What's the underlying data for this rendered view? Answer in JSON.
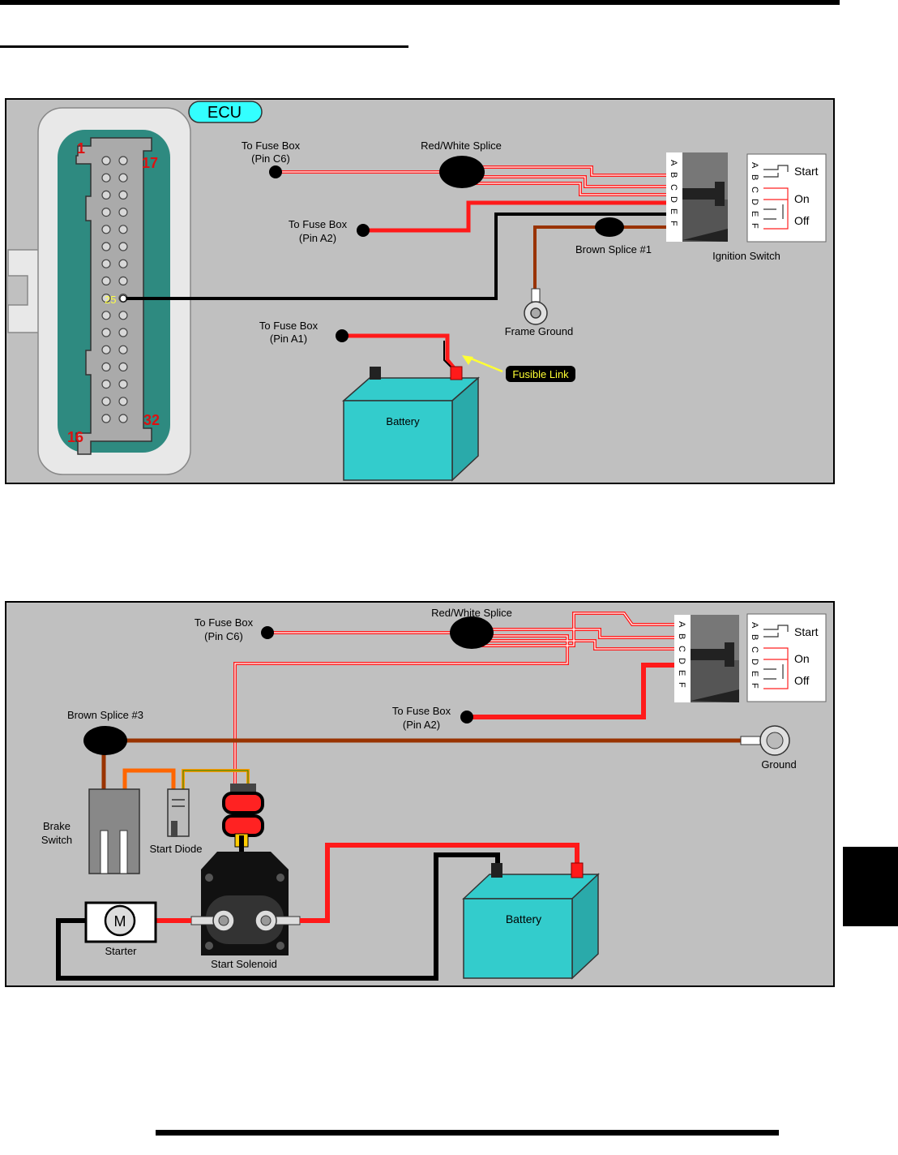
{
  "diagram1": {
    "ecu_label": "ECU",
    "pin_1": "1",
    "pin_17": "17",
    "pin_16": "16",
    "pin_32": "32",
    "pin_25": "25",
    "fuse_c6_l1": "To Fuse Box",
    "fuse_c6_l2": "(Pin C6)",
    "red_white_splice": "Red/White Splice",
    "fuse_a2_l1": "To Fuse Box",
    "fuse_a2_l2": "(Pin A2)",
    "brown_splice": "Brown Splice #1",
    "ignition_switch": "Ignition Switch",
    "frame_ground": "Frame Ground",
    "fuse_a1_l1": "To Fuse Box",
    "fuse_a1_l2": "(Pin A1)",
    "fusible_link": "Fusible Link",
    "battery": "Battery"
  },
  "diagram2": {
    "fuse_c6_l1": "To Fuse Box",
    "fuse_c6_l2": "(Pin C6)",
    "red_white_splice": "Red/White Splice",
    "fuse_a2_l1": "To Fuse Box",
    "fuse_a2_l2": "(Pin A2)",
    "brown_splice": "Brown Splice #3",
    "ground": "Ground",
    "brake_l1": "Brake",
    "brake_l2": "Switch",
    "start_diode": "Start Diode",
    "starter": "Starter",
    "motor_symbol": "M",
    "start_solenoid": "Start Solenoid",
    "battery": "Battery"
  },
  "switch_legend": {
    "pins": [
      "A",
      "B",
      "C",
      "D",
      "E",
      "F"
    ],
    "start": "Start",
    "on": "On",
    "off": "Off"
  },
  "colors": {
    "panel_bg": "#c0c0c0",
    "ecu_body": "#2e8a80",
    "battery": "#33cccc",
    "wire_red": "#ff1a1a",
    "wire_black": "#000000",
    "wire_brown": "#993300",
    "wire_orange": "#ff6600",
    "ecu_tag": "#33ffff",
    "fusible_tag_text": "#ffff33"
  }
}
